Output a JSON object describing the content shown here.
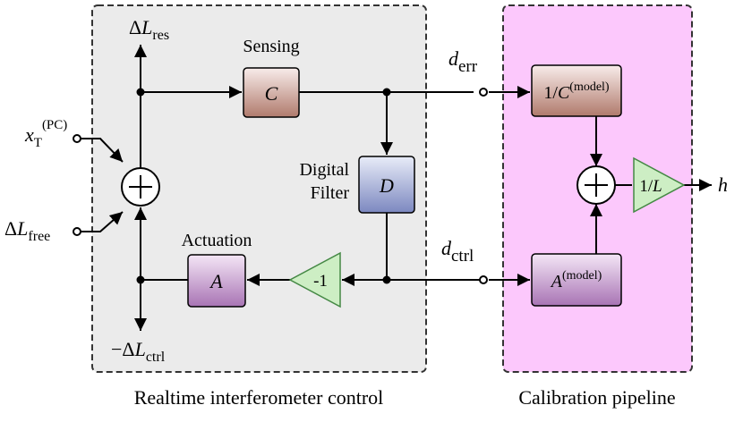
{
  "colors": {
    "control_bg": "#ebebeb",
    "calib_bg": "#fcc8fc",
    "frame": "#333333",
    "sensing_fill": "#b07a6c",
    "filter_fill": "#7c88c0",
    "actuation_fill": "#a874b4",
    "gain_fill": "#cdeec4",
    "gain_stroke": "#448844"
  },
  "icons": {
    "summing_junction": "circled-plus-icon",
    "gain": "triangle-amplifier-icon",
    "terminal": "open-circle-icon"
  },
  "regions": {
    "control": {
      "caption": "Realtime interferometer control"
    },
    "calibration": {
      "caption": "Calibration pipeline"
    }
  },
  "blocks": {
    "sensing": {
      "title": "Sensing",
      "symbol": "C"
    },
    "filter": {
      "title_line1": "Digital",
      "title_line2": "Filter",
      "symbol": "D"
    },
    "actuation": {
      "title": "Actuation",
      "symbol": "A"
    },
    "inverse_sensing_model": {
      "prefix": "1/",
      "symbol": "C",
      "superscript": "(model)"
    },
    "actuation_model": {
      "symbol": "A",
      "superscript": "(model)"
    }
  },
  "gains": {
    "negative_unity": {
      "label": "-1"
    },
    "inverse_length": {
      "prefix": "1/",
      "symbol": "L"
    }
  },
  "signals": {
    "delta_l_res": {
      "delta": "Δ",
      "symbol": "L",
      "subscript": "res"
    },
    "x_t_pc": {
      "symbol": "x",
      "subscript": "T",
      "superscript": "(PC)"
    },
    "delta_l_free": {
      "delta": "Δ",
      "symbol": "L",
      "subscript": "free"
    },
    "neg_delta_l_ctrl": {
      "prefix": "−Δ",
      "symbol": "L",
      "subscript": "ctrl"
    },
    "d_err": {
      "symbol": "d",
      "subscript": "err"
    },
    "d_ctrl": {
      "symbol": "d",
      "subscript": "ctrl"
    },
    "h": {
      "symbol": "h"
    }
  }
}
